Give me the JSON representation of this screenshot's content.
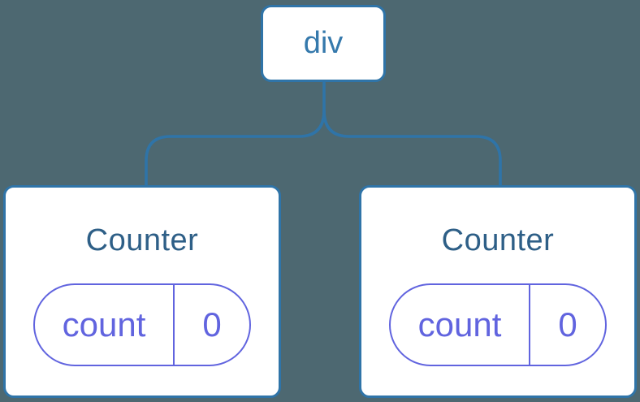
{
  "diagram": {
    "type": "react-component-tree",
    "background": "#4D6871",
    "colors": {
      "node_background": "#FFFFFF",
      "node_border": "#2F74A8",
      "connector_line": "#2F74A8",
      "root_label_text": "#3579AC",
      "component_title_text": "#2E5F87",
      "state_accent": "#6164DF"
    },
    "root": {
      "label": "div"
    },
    "children": [
      {
        "title": "Counter",
        "state": {
          "key": "count",
          "value": "0"
        }
      },
      {
        "title": "Counter",
        "state": {
          "key": "count",
          "value": "0"
        }
      }
    ]
  }
}
